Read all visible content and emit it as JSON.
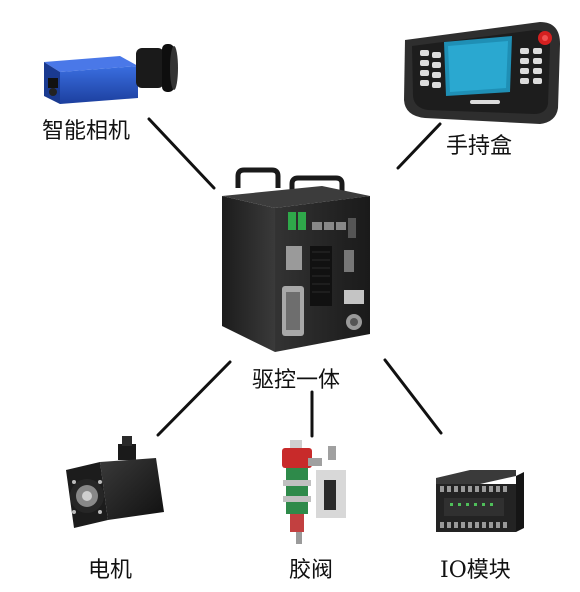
{
  "center": {
    "label": "驱控一体"
  },
  "devices": {
    "camera": {
      "label": "智能相机"
    },
    "pendant": {
      "label": "手持盒"
    },
    "motor": {
      "label": "电机"
    },
    "valve": {
      "label": "胶阀"
    },
    "io": {
      "label": "IO模块"
    }
  },
  "colors": {
    "line": "#111111",
    "camera_body": "#2a58c8",
    "pendant_screen": "#1f8fb5",
    "estop": "#d42020",
    "valve_red": "#c82a2a",
    "controller_body": "#2b2b2b"
  }
}
